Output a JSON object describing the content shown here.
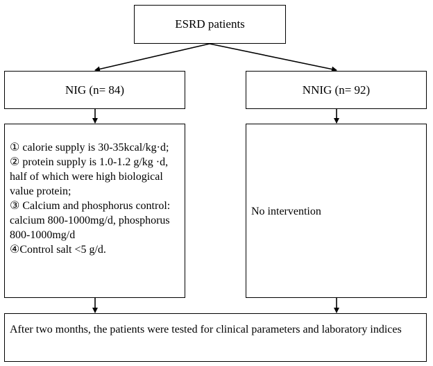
{
  "diagram": {
    "root": {
      "label": "ESRD patients"
    },
    "groups": [
      {
        "id": "nig",
        "label": "NIG (n= 84)",
        "details": [
          "① calorie supply is 30-35kcal/kg·d;",
          "② protein supply is 1.0-1.2 g/kg ·d, half of which were high biological value protein;",
          "③ Calcium and phosphorus control: calcium 800-1000mg/d, phosphorus 800-1000mg/d",
          "④Control salt <5 g/d."
        ]
      },
      {
        "id": "nnig",
        "label": "NNIG (n= 92)",
        "details": [
          "No intervention"
        ]
      }
    ],
    "outcome": {
      "label": "After two months, the patients were tested for clinical parameters  and laboratory indices"
    }
  },
  "colors": {
    "stroke": "#000000",
    "background": "#ffffff"
  }
}
